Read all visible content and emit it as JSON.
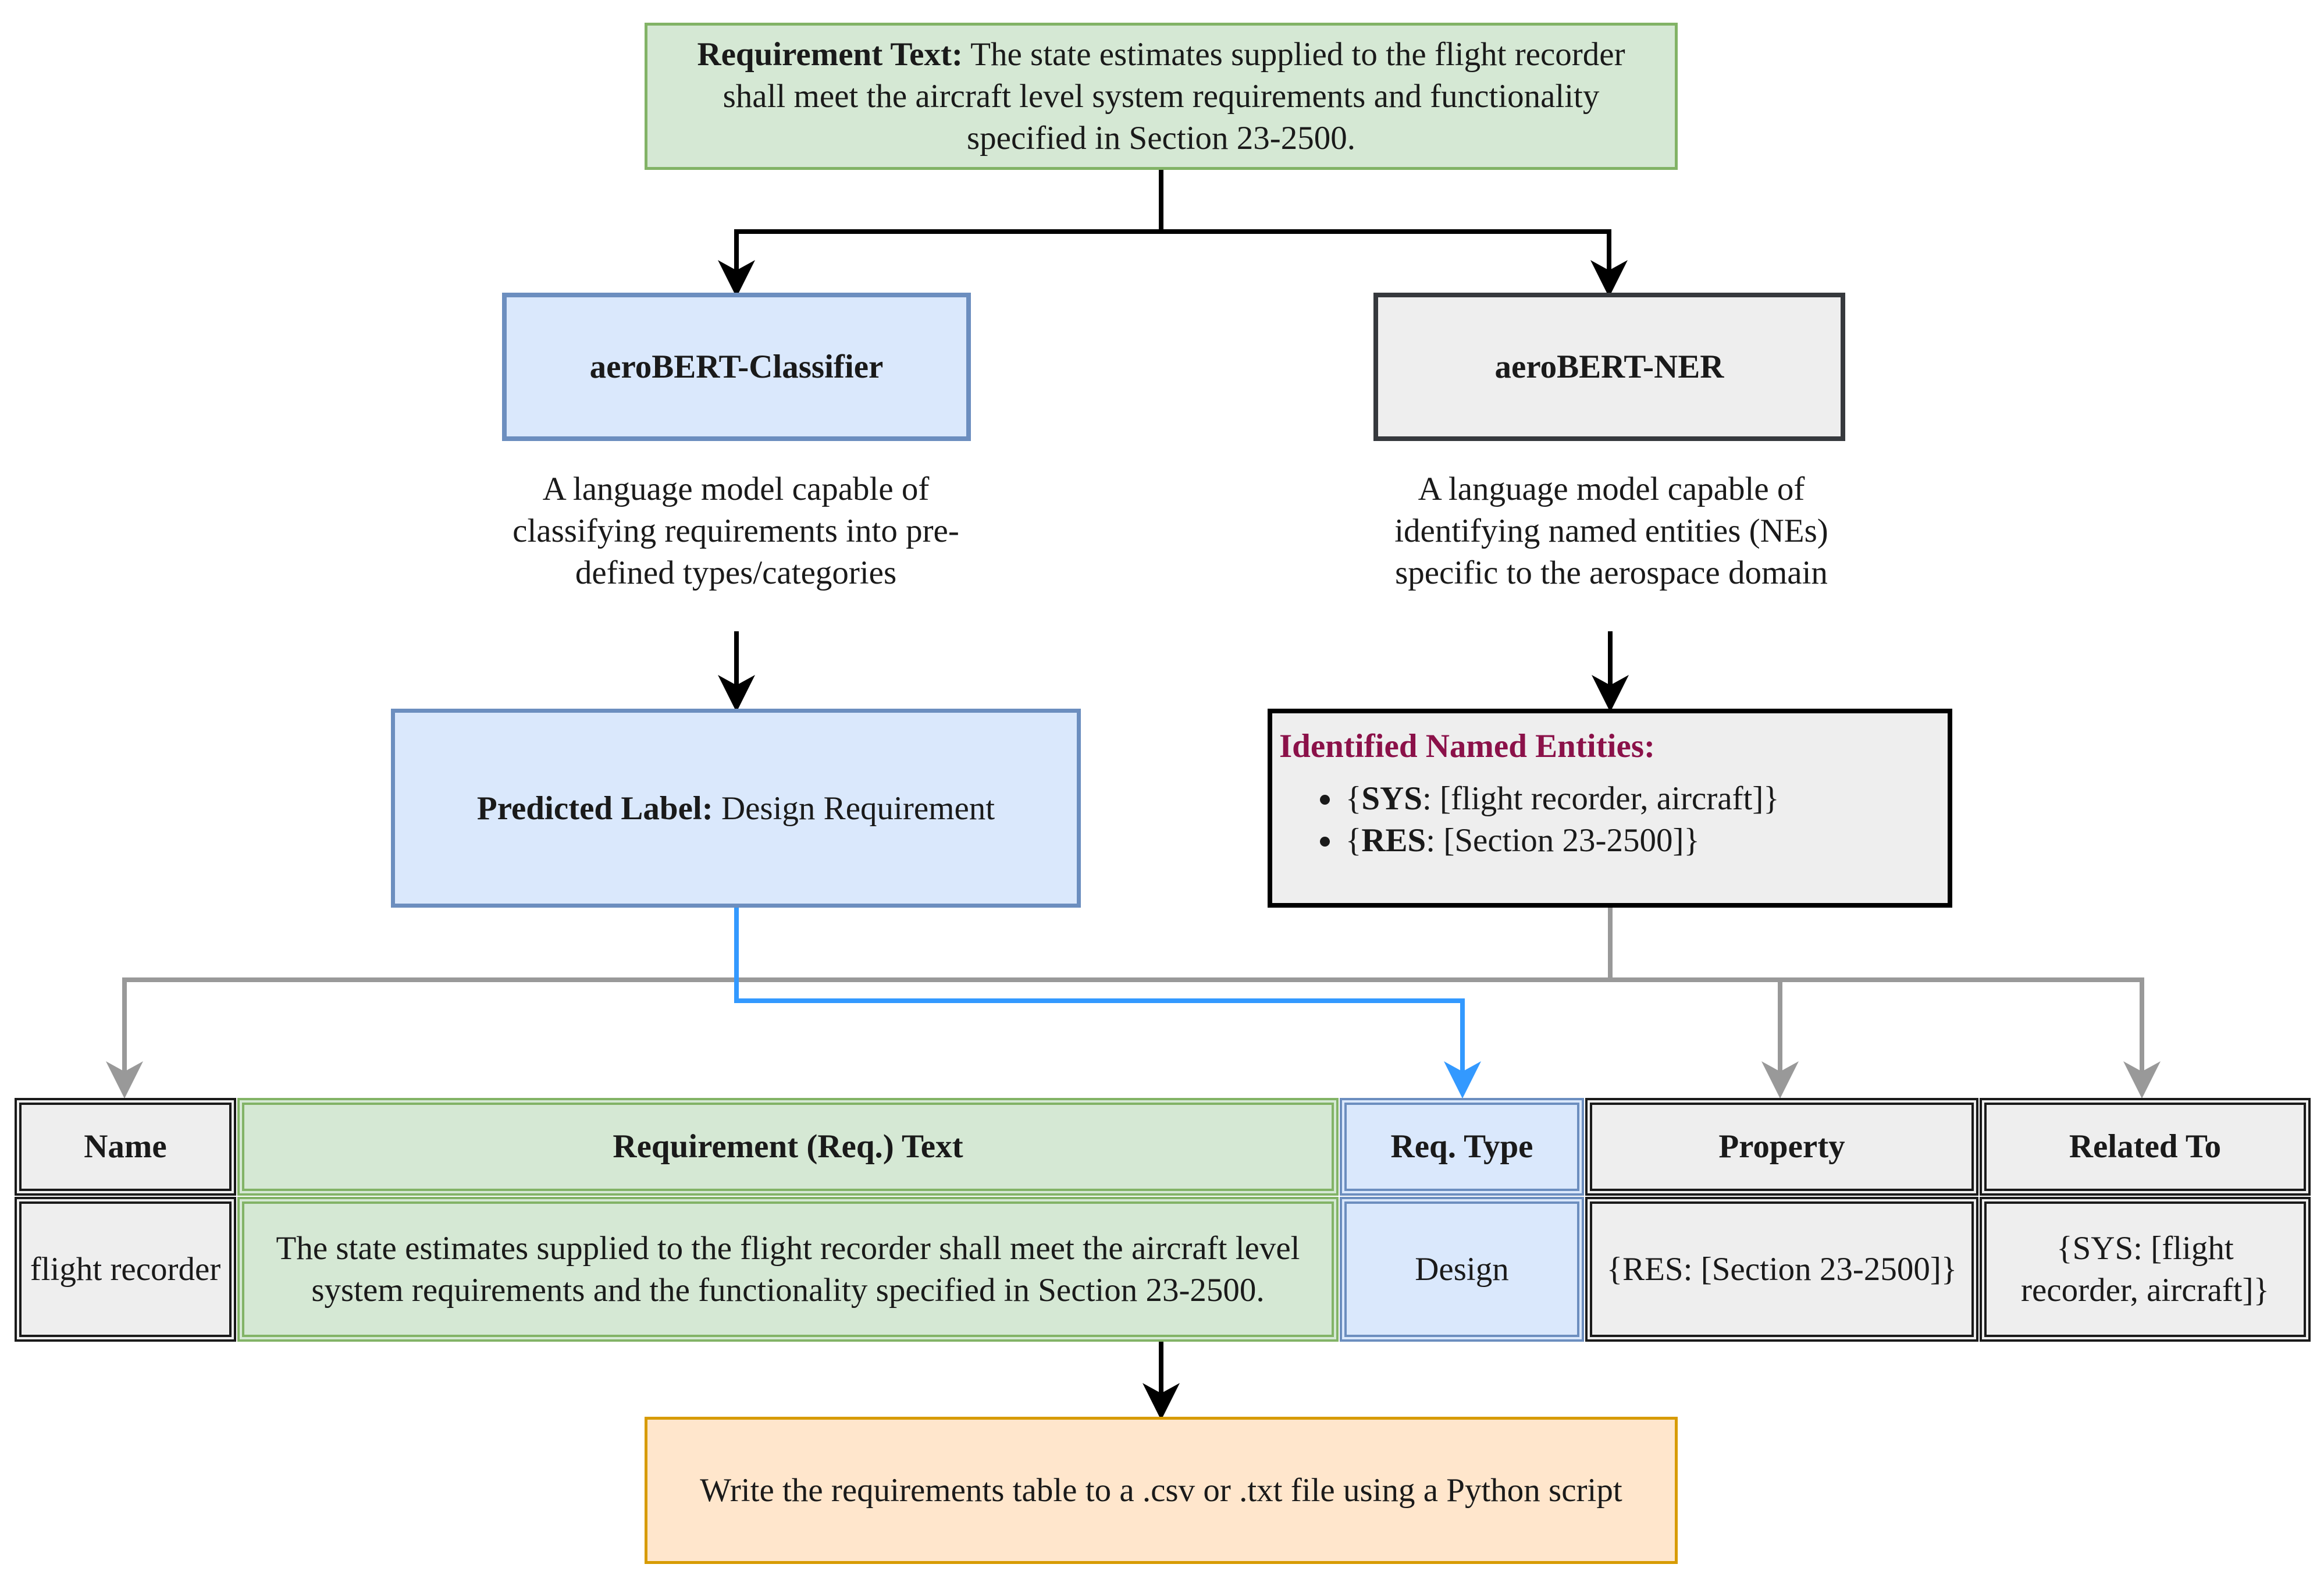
{
  "requirement": {
    "label": "Requirement Text:",
    "text": " The state estimates supplied to the flight recorder shall meet the aircraft level system requirements and functionality specified in Section 23-2500."
  },
  "classifier": {
    "title": "aeroBERT-Classifier",
    "description": "A language model capable of classifying requirements into pre-defined types/categories"
  },
  "ner": {
    "title": "aeroBERT-NER",
    "description": "A language model capable of identifying named entities (NEs) specific to the aerospace domain"
  },
  "prediction": {
    "label": "Predicted Label:",
    "value": " Design Requirement"
  },
  "entities": {
    "title": "Identified Named Entities:",
    "items": [
      {
        "tag": "SYS",
        "values": ": [flight recorder, aircraft]}"
      },
      {
        "tag": "RES",
        "values": ": [Section 23-2500]}"
      }
    ]
  },
  "table": {
    "headers": [
      "Name",
      "Requirement (Req.) Text",
      "Req. Type",
      "Property",
      "Related To"
    ],
    "row": [
      "flight recorder",
      "The state estimates supplied to the flight recorder shall meet the aircraft level system requirements and the functionality specified in Section 23-2500.",
      "Design",
      "{RES: [Section 23-2500]}",
      "{SYS: [flight recorder, aircraft]}"
    ]
  },
  "output": {
    "text": "Write the requirements table to a .csv or .txt file using a Python script"
  },
  "colors": {
    "black_arrow": "#000000",
    "gray_arrow": "#999999",
    "blue_arrow": "#3399ff",
    "entities_title": "#8b1149"
  }
}
